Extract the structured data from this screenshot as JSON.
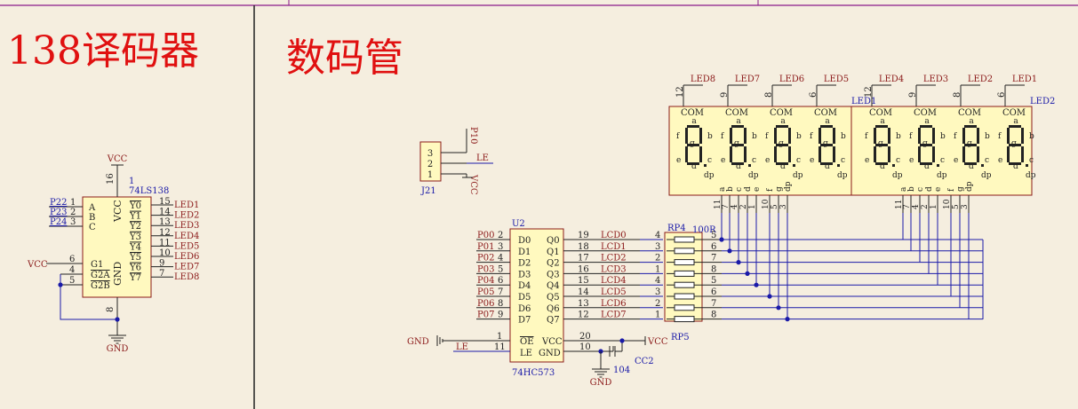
{
  "titles": {
    "decoder": "138译码器",
    "display": "数码管"
  },
  "decoder": {
    "ref": "1",
    "part": "74LS138",
    "vcc_net": "VCC",
    "gnd_net": "GND",
    "vcc_pin": "16",
    "gnd_pin": "8",
    "vcc_label": "VCC",
    "gnd_label": "GND",
    "inputs": [
      {
        "net": "P22",
        "pin": "1",
        "name": "A"
      },
      {
        "net": "P23",
        "pin": "2",
        "name": "B"
      },
      {
        "net": "P24",
        "pin": "3",
        "name": "C"
      }
    ],
    "enables": [
      {
        "pin": "6",
        "name": "G1"
      },
      {
        "pin": "4",
        "name": "G2A"
      },
      {
        "pin": "5",
        "name": "G2B"
      }
    ],
    "vcc_in": "VCC",
    "outputs": [
      {
        "pin": "15",
        "name": "Y0",
        "net": "LED1"
      },
      {
        "pin": "14",
        "name": "Y1",
        "net": "LED2"
      },
      {
        "pin": "13",
        "name": "Y2",
        "net": "LED3"
      },
      {
        "pin": "12",
        "name": "Y3",
        "net": "LED4"
      },
      {
        "pin": "11",
        "name": "Y4",
        "net": "LED5"
      },
      {
        "pin": "10",
        "name": "Y5",
        "net": "LED6"
      },
      {
        "pin": "9",
        "name": "Y6",
        "net": "LED7"
      },
      {
        "pin": "7",
        "name": "Y7",
        "net": "LED8"
      }
    ]
  },
  "header": {
    "ref": "J21",
    "pins": [
      "3",
      "2",
      "1"
    ],
    "nets": [
      "P10",
      "LE",
      "VCC"
    ]
  },
  "latch": {
    "ref": "U2",
    "part": "74HC573",
    "inputs": [
      {
        "net": "P00",
        "pin": "2",
        "name": "D0"
      },
      {
        "net": "P01",
        "pin": "3",
        "name": "D1"
      },
      {
        "net": "P02",
        "pin": "4",
        "name": "D2"
      },
      {
        "net": "P03",
        "pin": "5",
        "name": "D3"
      },
      {
        "net": "P04",
        "pin": "6",
        "name": "D4"
      },
      {
        "net": "P05",
        "pin": "7",
        "name": "D5"
      },
      {
        "net": "P06",
        "pin": "8",
        "name": "D6"
      },
      {
        "net": "P07",
        "pin": "9",
        "name": "D7"
      }
    ],
    "outputs": [
      {
        "pin": "19",
        "name": "Q0",
        "net": "LCD0"
      },
      {
        "pin": "18",
        "name": "Q1",
        "net": "LCD1"
      },
      {
        "pin": "17",
        "name": "Q2",
        "net": "LCD2"
      },
      {
        "pin": "16",
        "name": "Q3",
        "net": "LCD3"
      },
      {
        "pin": "15",
        "name": "Q4",
        "net": "LCD4"
      },
      {
        "pin": "14",
        "name": "Q5",
        "net": "LCD5"
      },
      {
        "pin": "13",
        "name": "Q6",
        "net": "LCD6"
      },
      {
        "pin": "12",
        "name": "Q7",
        "net": "LCD7"
      }
    ],
    "oe": {
      "pin": "1",
      "name": "OE",
      "net": "GND"
    },
    "le": {
      "pin": "11",
      "name": "LE",
      "net": "LE"
    },
    "vcc": {
      "pin": "20",
      "name": "VCC",
      "net": "VCC"
    },
    "gnd": {
      "pin": "10",
      "name": "GND"
    }
  },
  "cap": {
    "ref": "CC2",
    "value": "104",
    "gnd": "GND"
  },
  "resistors": {
    "rp4": {
      "ref": "RP4",
      "value": "100R",
      "pins": [
        "4",
        "3",
        "2",
        "1"
      ]
    },
    "rp5": {
      "ref": "RP5",
      "pins": [
        "4",
        "3",
        "2",
        "1"
      ]
    },
    "right_pins": [
      "5",
      "6",
      "7",
      "8",
      "5",
      "6",
      "7",
      "8"
    ]
  },
  "display": {
    "digits": [
      "LED8",
      "LED7",
      "LED6",
      "LED5",
      "LED4",
      "LED3",
      "LED2",
      "LED1"
    ],
    "com_pins": [
      "12",
      "9",
      "8",
      "6",
      "12",
      "9",
      "8",
      "6"
    ],
    "segments": [
      "a",
      "b",
      "c",
      "d",
      "e",
      "f",
      "g",
      "dp"
    ],
    "com_label": "COM",
    "left_label": "LED1",
    "right_label": "LED2",
    "seg_pins": [
      "11",
      "7",
      "4",
      "2",
      "1",
      "10",
      "5",
      "3"
    ]
  }
}
